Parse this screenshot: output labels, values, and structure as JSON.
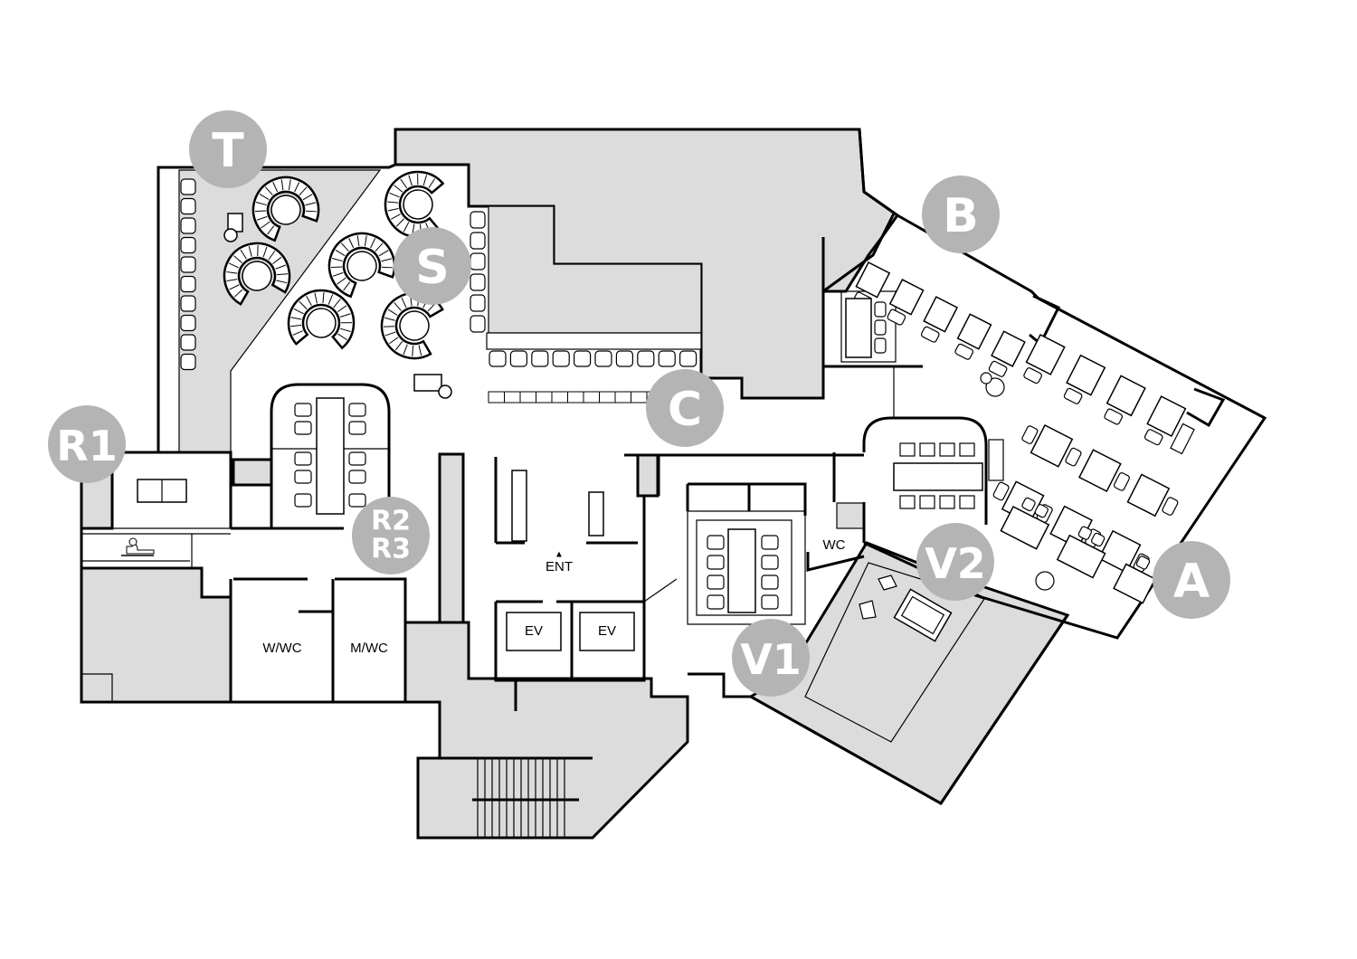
{
  "colors": {
    "zone_badge": "#b4b4b4",
    "shaded_area": "#dcdcdc",
    "wall": "#000000"
  },
  "zones": {
    "T": "T",
    "S": "S",
    "B": "B",
    "C": "C",
    "R1": "R1",
    "R2": "R2",
    "R3": "R3",
    "A": "A",
    "V1": "V1",
    "V2": "V2"
  },
  "rooms": {
    "entrance": "ENT",
    "entrance_arrow": "▲",
    "elevator_1": "EV",
    "elevator_2": "EV",
    "womens_wc": "W/WC",
    "mens_wc": "M/WC",
    "wc": "WC"
  }
}
